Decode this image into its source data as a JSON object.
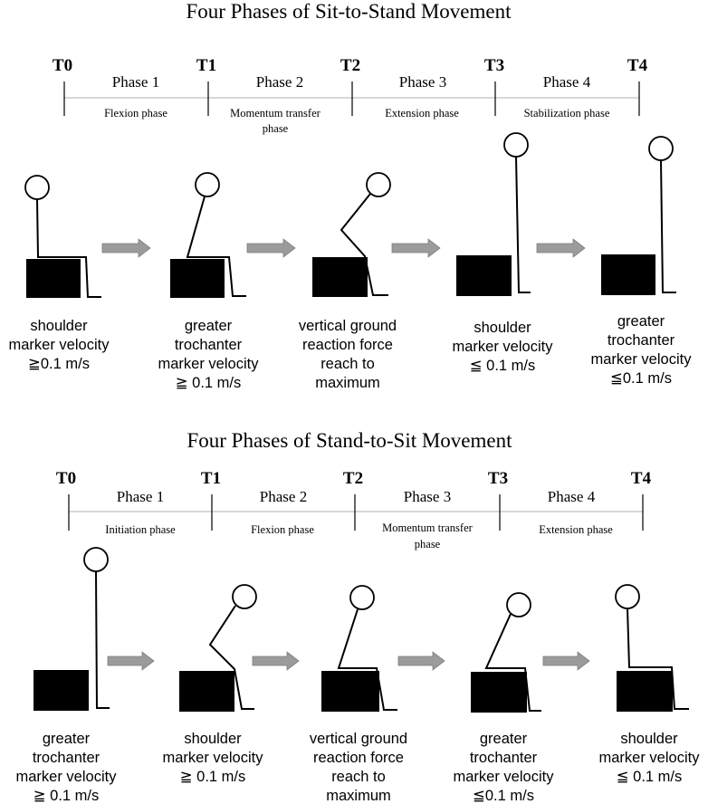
{
  "sections": [
    {
      "title": "Four Phases of Sit-to-Stand Movement",
      "time_points": [
        "T0",
        "T1",
        "T2",
        "T3",
        "T4"
      ],
      "phases": [
        {
          "label": "Phase 1",
          "name": [
            "Flexion phase"
          ]
        },
        {
          "label": "Phase 2",
          "name": [
            "Momentum transfer",
            "phase"
          ]
        },
        {
          "label": "Phase 3",
          "name": [
            "Extension phase"
          ]
        },
        {
          "label": "Phase 4",
          "name": [
            "Stabilization phase"
          ]
        }
      ],
      "conditions": [
        [
          "shoulder",
          "marker velocity",
          "≧0.1 m/s"
        ],
        [
          "greater",
          "trochanter",
          "marker velocity",
          "≧  0.1 m/s"
        ],
        [
          "vertical ground",
          "reaction force",
          "reach to",
          "maximum"
        ],
        [
          "shoulder",
          "marker velocity",
          "≦  0.1 m/s"
        ],
        [
          "greater",
          "trochanter",
          "marker velocity",
          "≦0.1 m/s"
        ]
      ]
    },
    {
      "title": "Four Phases of Stand-to-Sit Movement",
      "time_points": [
        "T0",
        "T1",
        "T2",
        "T3",
        "T4"
      ],
      "phases": [
        {
          "label": "Phase 1",
          "name": [
            "Initiation phase"
          ]
        },
        {
          "label": "Phase 2",
          "name": [
            "Flexion phase"
          ]
        },
        {
          "label": "Phase 3",
          "name": [
            "Momentum transfer",
            "phase"
          ]
        },
        {
          "label": "Phase 4",
          "name": [
            "Extension phase"
          ]
        }
      ],
      "conditions": [
        [
          "greater",
          "trochanter",
          "marker velocity",
          "≧  0.1 m/s"
        ],
        [
          "shoulder",
          "marker velocity",
          "≧  0.1 m/s"
        ],
        [
          "vertical ground",
          "reaction force",
          "reach to",
          "maximum"
        ],
        [
          "greater",
          "trochanter",
          "marker velocity",
          "≦0.1 m/s"
        ],
        [
          "shoulder",
          "marker velocity",
          "≦  0.1 m/s"
        ]
      ]
    }
  ],
  "colors": {
    "figure": "#000000",
    "arrow": "#9b9b9b",
    "timeline": "#b0b0b0"
  }
}
